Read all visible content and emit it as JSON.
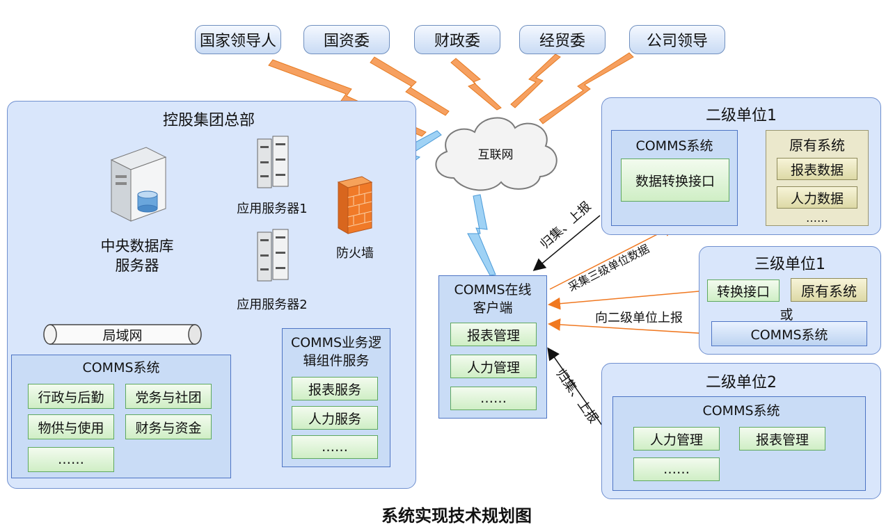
{
  "stakeholders": [
    "国家领导人",
    "国资委",
    "财政委",
    "经贸委",
    "公司领导"
  ],
  "cloud_label": "互联网",
  "hq": {
    "title": "控股集团总部",
    "db_server": [
      "中央数据库",
      "服务器"
    ],
    "app_server_1": "应用服务器1",
    "app_server_2": "应用服务器2",
    "firewall": "防火墙",
    "lan": "局域网",
    "comms": {
      "title": "COMMS系统",
      "items": [
        "行政与后勤",
        "党务与社团",
        "物供与使用",
        "财务与资金",
        "……"
      ]
    },
    "logic": {
      "title": [
        "COMMS业务逻",
        "辑组件服务"
      ],
      "items": [
        "报表服务",
        "人力服务",
        "……"
      ]
    }
  },
  "client": {
    "title": [
      "COMMS在线",
      "客户端"
    ],
    "items": [
      "报表管理",
      "人力管理",
      "……"
    ]
  },
  "unit2_1": {
    "title": "二级单位1",
    "comms_title": "COMMS系统",
    "interface": "数据转换接口",
    "orig_title": "原有系统",
    "orig_items": [
      "报表数据",
      "人力数据",
      "……"
    ]
  },
  "unit3_1": {
    "title": "三级单位1",
    "interface": "转换接口",
    "orig": "原有系统",
    "or": "或",
    "comms": "COMMS系统"
  },
  "unit2_2": {
    "title": "二级单位2",
    "comms_title": "COMMS系统",
    "items": [
      "人力管理",
      "报表管理",
      "……"
    ]
  },
  "arrows": {
    "collect_report_top": "归集、上报",
    "collect_level3": "采集三级单位数据",
    "report_to_level2": "向二级单位上报",
    "collect_report_bottom": "归集、上报"
  },
  "caption": "系统实现技术规划图",
  "colors": {
    "accent_orange": "#f07820",
    "panel_blue": "#d9e6fb",
    "green_box": "#cfeec5"
  }
}
